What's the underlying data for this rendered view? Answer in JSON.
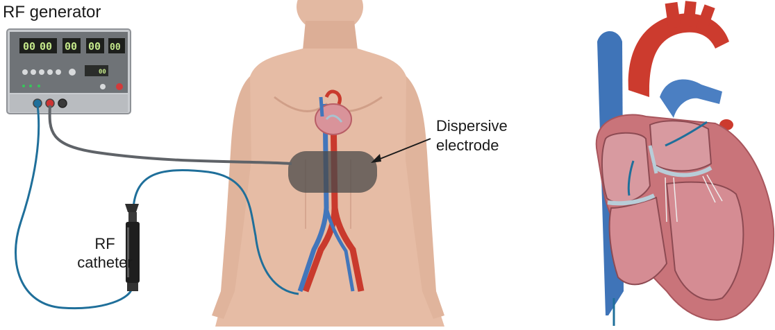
{
  "labels": {
    "generator": "RF generator",
    "dispersive_line1": "Dispersive",
    "dispersive_line2": "electrode",
    "catheter_line1": "RF",
    "catheter_line2": "catheter"
  },
  "generator_display": {
    "digits": [
      "00",
      "00",
      "00",
      "00",
      "00",
      "00"
    ]
  },
  "colors": {
    "background": "#ffffff",
    "skin": "#e8bfa8",
    "generator_body": "#c9ccd0",
    "cable_grey": "#5f6368",
    "catheter_cable": "#1f6f9a",
    "artery": "#cc3b2e",
    "vein": "#3f74b8",
    "electrode_pad": "#555555",
    "heart_muscle": "#c9747a",
    "valve": "#b8cdd8"
  }
}
